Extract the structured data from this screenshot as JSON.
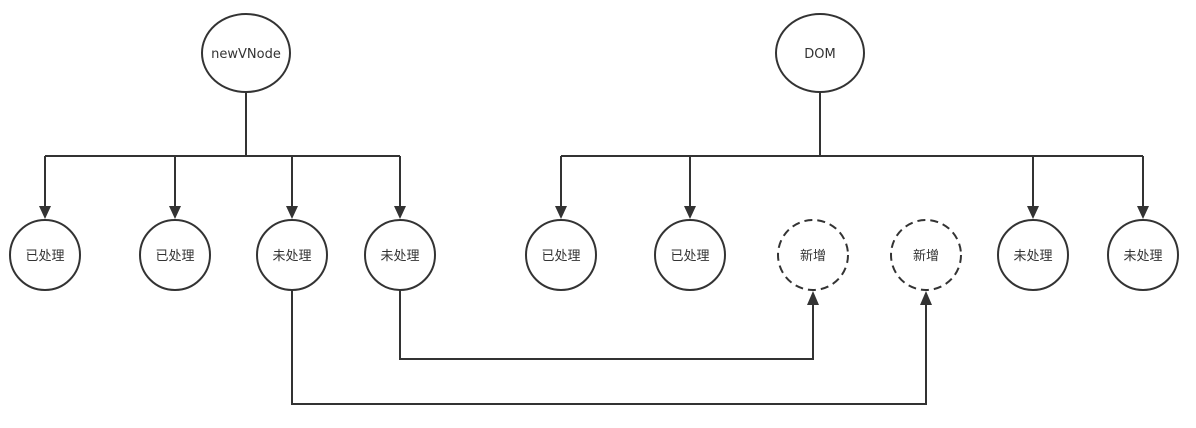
{
  "diagram": {
    "roots": [
      {
        "id": "newVNode",
        "label": "newVNode"
      },
      {
        "id": "DOM",
        "label": "DOM"
      }
    ],
    "left_children": [
      {
        "id": "l1",
        "label": "已处理",
        "style": "solid"
      },
      {
        "id": "l2",
        "label": "已处理",
        "style": "solid"
      },
      {
        "id": "l3",
        "label": "未处理",
        "style": "solid"
      },
      {
        "id": "l4",
        "label": "未处理",
        "style": "solid"
      }
    ],
    "right_children": [
      {
        "id": "r1",
        "label": "已处理",
        "style": "solid"
      },
      {
        "id": "r2",
        "label": "已处理",
        "style": "solid"
      },
      {
        "id": "r3",
        "label": "新增",
        "style": "dashed"
      },
      {
        "id": "r4",
        "label": "新增",
        "style": "dashed"
      },
      {
        "id": "r5",
        "label": "未处理",
        "style": "solid"
      },
      {
        "id": "r6",
        "label": "未处理",
        "style": "solid"
      }
    ],
    "edges": [
      {
        "from": "newVNode",
        "to": "l1"
      },
      {
        "from": "newVNode",
        "to": "l2"
      },
      {
        "from": "newVNode",
        "to": "l3"
      },
      {
        "from": "newVNode",
        "to": "l4"
      },
      {
        "from": "DOM",
        "to": "r1"
      },
      {
        "from": "DOM",
        "to": "r2"
      },
      {
        "from": "DOM",
        "to": "r5"
      },
      {
        "from": "DOM",
        "to": "r6"
      },
      {
        "from": "l4",
        "to": "r3"
      },
      {
        "from": "l3",
        "to": "r4"
      }
    ],
    "colors": {
      "stroke": "#333333",
      "background": "#ffffff"
    }
  }
}
